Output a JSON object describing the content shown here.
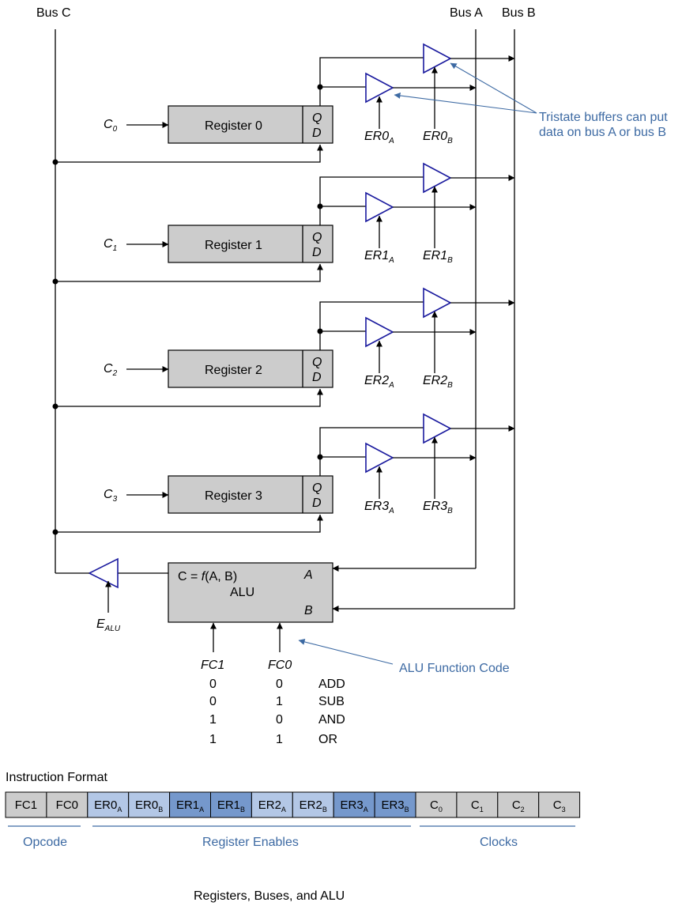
{
  "buses": {
    "c": "Bus C",
    "a": "Bus A",
    "b": "Bus B"
  },
  "registers": [
    {
      "name": "Register 0",
      "clock": "C",
      "clock_sub": "0",
      "q": "Q",
      "d": "D",
      "en_a": "ER0",
      "en_a_sub": "A",
      "en_b": "ER0",
      "en_b_sub": "B"
    },
    {
      "name": "Register 1",
      "clock": "C",
      "clock_sub": "1",
      "q": "Q",
      "d": "D",
      "en_a": "ER1",
      "en_a_sub": "A",
      "en_b": "ER1",
      "en_b_sub": "B"
    },
    {
      "name": "Register 2",
      "clock": "C",
      "clock_sub": "2",
      "q": "Q",
      "d": "D",
      "en_a": "ER2",
      "en_a_sub": "A",
      "en_b": "ER2",
      "en_b_sub": "B"
    },
    {
      "name": "Register 3",
      "clock": "C",
      "clock_sub": "3",
      "q": "Q",
      "d": "D",
      "en_a": "ER3",
      "en_a_sub": "A",
      "en_b": "ER3",
      "en_b_sub": "B"
    }
  ],
  "tristate_note": [
    "Tristate buffers can put",
    "data on bus A or bus B"
  ],
  "alu": {
    "func_pre": "C = ",
    "func_f": "f",
    "func_post": "(A, B)",
    "label": "ALU",
    "port_a": "A",
    "port_b": "B",
    "enable": "E",
    "enable_sub": "ALU",
    "fc1": "FC1",
    "fc0": "FC0",
    "function_note": "ALU Function Code",
    "table": [
      {
        "fc1": "0",
        "fc0": "0",
        "op": "ADD"
      },
      {
        "fc1": "0",
        "fc0": "1",
        "op": "SUB"
      },
      {
        "fc1": "1",
        "fc0": "0",
        "op": "AND"
      },
      {
        "fc1": "1",
        "fc0": "1",
        "op": "OR"
      }
    ]
  },
  "instruction_format": {
    "title": "Instruction Format",
    "fields": [
      {
        "main": "FC1",
        "sub": "",
        "color": "#cccccc"
      },
      {
        "main": "FC0",
        "sub": "",
        "color": "#cccccc"
      },
      {
        "main": "ER0",
        "sub": "A",
        "color": "#b3c7e6"
      },
      {
        "main": "ER0",
        "sub": "B",
        "color": "#b3c7e6"
      },
      {
        "main": "ER1",
        "sub": "A",
        "color": "#7598cc"
      },
      {
        "main": "ER1",
        "sub": "B",
        "color": "#7598cc"
      },
      {
        "main": "ER2",
        "sub": "A",
        "color": "#b3c7e6"
      },
      {
        "main": "ER2",
        "sub": "B",
        "color": "#b3c7e6"
      },
      {
        "main": "ER3",
        "sub": "A",
        "color": "#7598cc"
      },
      {
        "main": "ER3",
        "sub": "B",
        "color": "#7598cc"
      },
      {
        "main": "C",
        "sub": "0",
        "color": "#cccccc"
      },
      {
        "main": "C",
        "sub": "1",
        "color": "#cccccc"
      },
      {
        "main": "C",
        "sub": "2",
        "color": "#cccccc"
      },
      {
        "main": "C",
        "sub": "3",
        "color": "#cccccc"
      }
    ],
    "groups": {
      "opcode": "Opcode",
      "enables": "Register Enables",
      "clocks": "Clocks"
    }
  },
  "caption": "Registers, Buses, and ALU",
  "colors": {
    "note": "#3d6aa3",
    "buffer": "#1a1a9e",
    "register_fill": "#cccccc"
  }
}
